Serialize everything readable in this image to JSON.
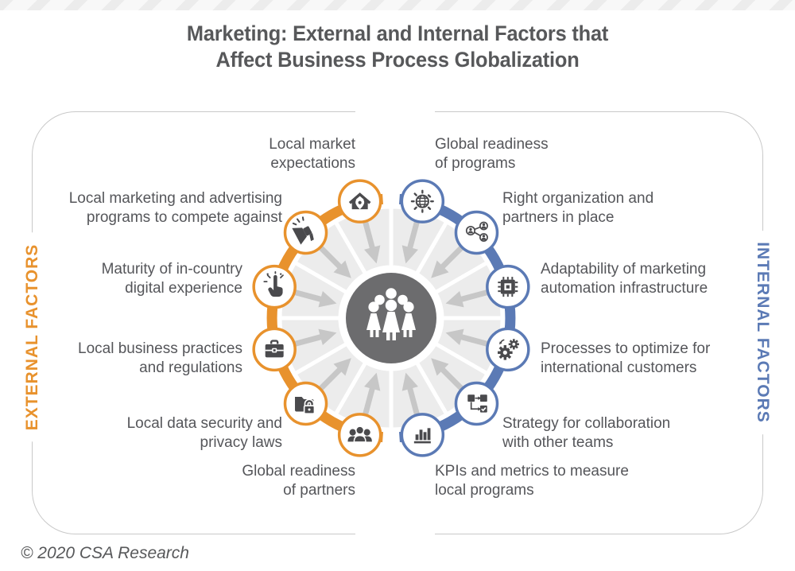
{
  "header": {
    "title_line1": "Marketing: External and Internal Factors that",
    "title_line2": "Affect Business Process Globalization"
  },
  "side_labels": {
    "external": "EXTERNAL FACTORS",
    "internal": "INTERNAL FACTORS"
  },
  "factors": {
    "external": [
      {
        "label": "Local market\nexpectations",
        "icon": "house-pin-icon"
      },
      {
        "label": "Local marketing and advertising\nprograms to compete against",
        "icon": "megaphone-icon"
      },
      {
        "label": "Maturity of in-country\ndigital experience",
        "icon": "click-hand-icon"
      },
      {
        "label": "Local business practices\nand regulations",
        "icon": "briefcase-icon"
      },
      {
        "label": "Local data security and\nprivacy laws",
        "icon": "folder-lock-icon"
      },
      {
        "label": "Global readiness\nof partners",
        "icon": "people-group-icon"
      }
    ],
    "internal": [
      {
        "label": "Global readiness\nof programs",
        "icon": "globe-rays-icon"
      },
      {
        "label": "Right organization and\npartners in place",
        "icon": "org-network-icon"
      },
      {
        "label": "Adaptability of marketing\nautomation infrastructure",
        "icon": "chip-icon"
      },
      {
        "label": "Processes to optimize for\ninternational customers",
        "icon": "gears-icon"
      },
      {
        "label": "Strategy for collaboration\nwith other teams",
        "icon": "flowchart-icon"
      },
      {
        "label": "KPIs and metrics to measure\nlocal programs",
        "icon": "bar-chart-icon"
      }
    ]
  },
  "center": {
    "icon": "people-community-icon"
  },
  "colors": {
    "external": "#E8922D",
    "internal": "#5B7AB5",
    "glyph": "#4a4a4d",
    "wedge": "#ececec",
    "arrow": "#c7c7c7",
    "center_circle": "#6c6c6e",
    "panel_border": "#c9c9c9",
    "label_text": "#55565a"
  },
  "footer": {
    "copyright": "© 2020 CSA Research"
  }
}
